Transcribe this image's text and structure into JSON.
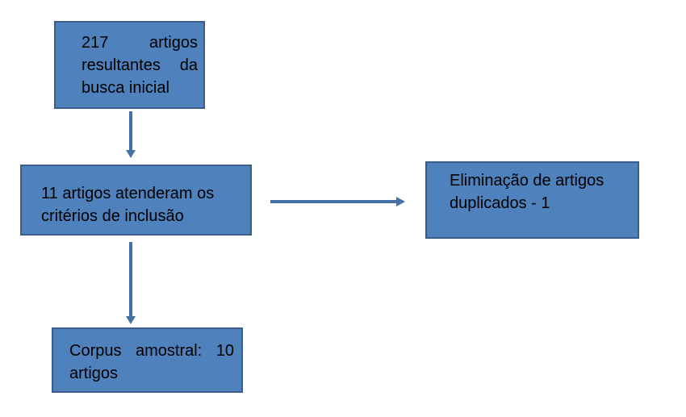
{
  "nodes": {
    "initial_search": {
      "text": "217 artigos resultantes da busca inicial"
    },
    "inclusion": {
      "text": "11 artigos atenderam os critérios de inclusão"
    },
    "duplicates": {
      "text": "Eliminação de artigos duplicados - 1"
    },
    "corpus": {
      "text": "Corpus amostral: 10 artigos"
    }
  },
  "colors": {
    "node_fill": "#4f81bd",
    "node_border": "#385d8a",
    "arrow": "#4472a8"
  }
}
